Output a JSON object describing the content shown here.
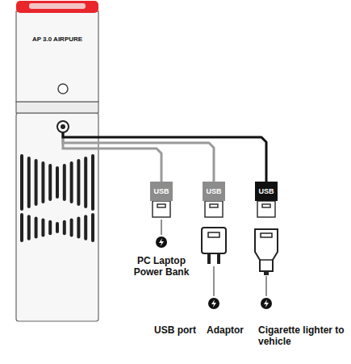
{
  "diagram": {
    "nodes": [
      {
        "text": [
          "AP 3.0 AIRPURE"
        ]
      },
      {
        "text": [
          "USB"
        ]
      },
      {
        "text": [
          "USB"
        ]
      },
      {
        "text": [
          "USB"
        ]
      }
    ],
    "edges": [
      {
        "from": 0,
        "to": 1,
        "arrow": "none"
      },
      {
        "from": 0,
        "to": 2,
        "arrow": "none"
      },
      {
        "from": 0,
        "to": 3,
        "arrow": "none"
      }
    ],
    "labels": [
      "PC Laptop Power Bank",
      "USB port",
      "Adaptor",
      "Cigarette lighter to vehicle"
    ]
  }
}
